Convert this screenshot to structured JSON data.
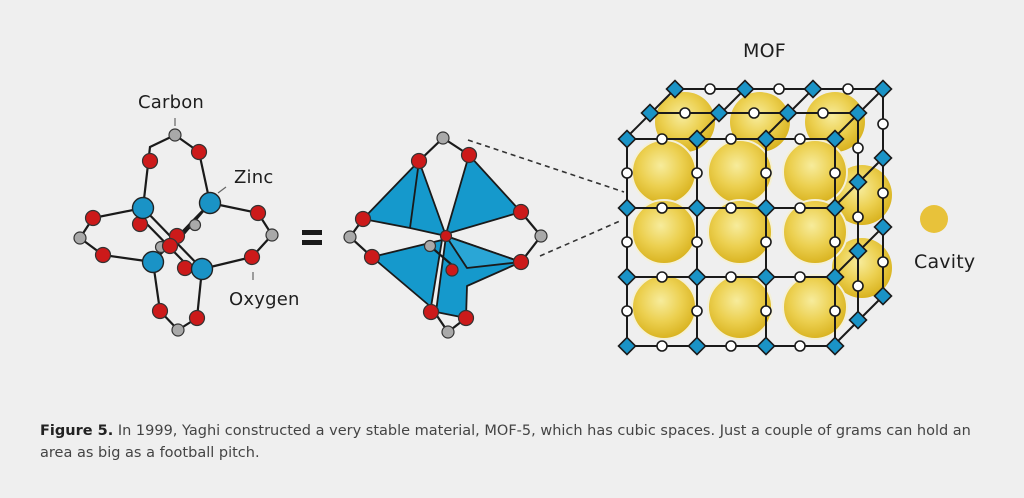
{
  "figure": {
    "left_labels": {
      "carbon": "Carbon",
      "zinc": "Zinc",
      "oxygen": "Oxygen"
    },
    "equals": "=",
    "mof_title": "MOF",
    "legend": {
      "cavity_label": "Cavity",
      "cavity_color": "#e8c23a"
    },
    "colors": {
      "background": "#efefef",
      "zinc": "#1a93c6",
      "oxygen": "#cc1a1a",
      "carbon": "#a9a9a9",
      "tetrahedra": "#1599cc",
      "cavity": "#e8c23a",
      "bonds": "#1a1a1a"
    }
  },
  "caption": {
    "prefix": "Figure 5.",
    "text": " In 1999, Yaghi constructed a very stable material, MOF-5, which has cubic spaces. Just a couple of grams can hold an area as big as a football pitch."
  }
}
